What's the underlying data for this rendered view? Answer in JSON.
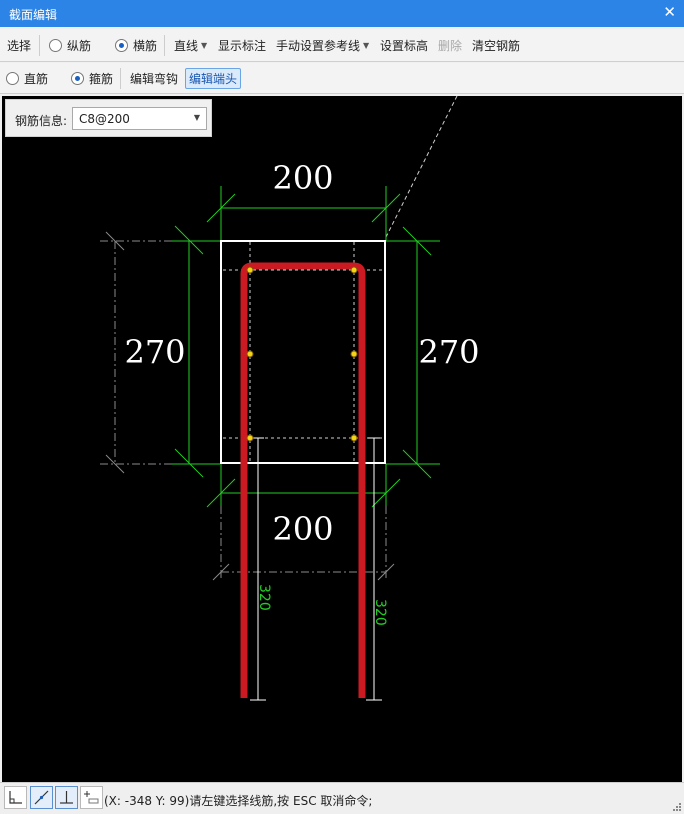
{
  "window": {
    "title": "截面编辑",
    "close_glyph": "✕"
  },
  "toolbar1": {
    "select": "选择",
    "radio_longitudinal": "纵筋",
    "radio_transverse": "横筋",
    "line": "直线",
    "show_dims": "显示标注",
    "manual_ref_line": "手动设置参考线",
    "set_elevation": "设置标高",
    "delete": "删除",
    "clear_rebar": "清空钢筋",
    "selected_radio": "横筋"
  },
  "toolbar2": {
    "radio_straight": "直筋",
    "radio_stirrup": "箍筋",
    "edit_hook": "编辑弯钩",
    "edit_end": "编辑端头",
    "selected_radio": "箍筋",
    "active_button": "编辑端头"
  },
  "rebar_info": {
    "label": "钢筋信息:",
    "value": "C8@200"
  },
  "drawing": {
    "dims": {
      "top_width": "200",
      "bottom_width": "200",
      "left_height": "270",
      "right_height": "270",
      "left_leg": "320",
      "right_leg": "320"
    },
    "colors": {
      "background": "#000000",
      "section_outline": "#ffffff",
      "dimension": "#22cc22",
      "rebar": "#cc1a22",
      "rebar_point": "#f5d516",
      "guide": "#cfcfcf"
    }
  },
  "status": {
    "coords": "(X: -348 Y: 99)",
    "message": "请左键选择线筋,按 ESC 取消命令;",
    "tool_icons": [
      "orthogonal-icon",
      "line-snap-icon",
      "perpendicular-icon",
      "coordinate-input-icon"
    ]
  }
}
